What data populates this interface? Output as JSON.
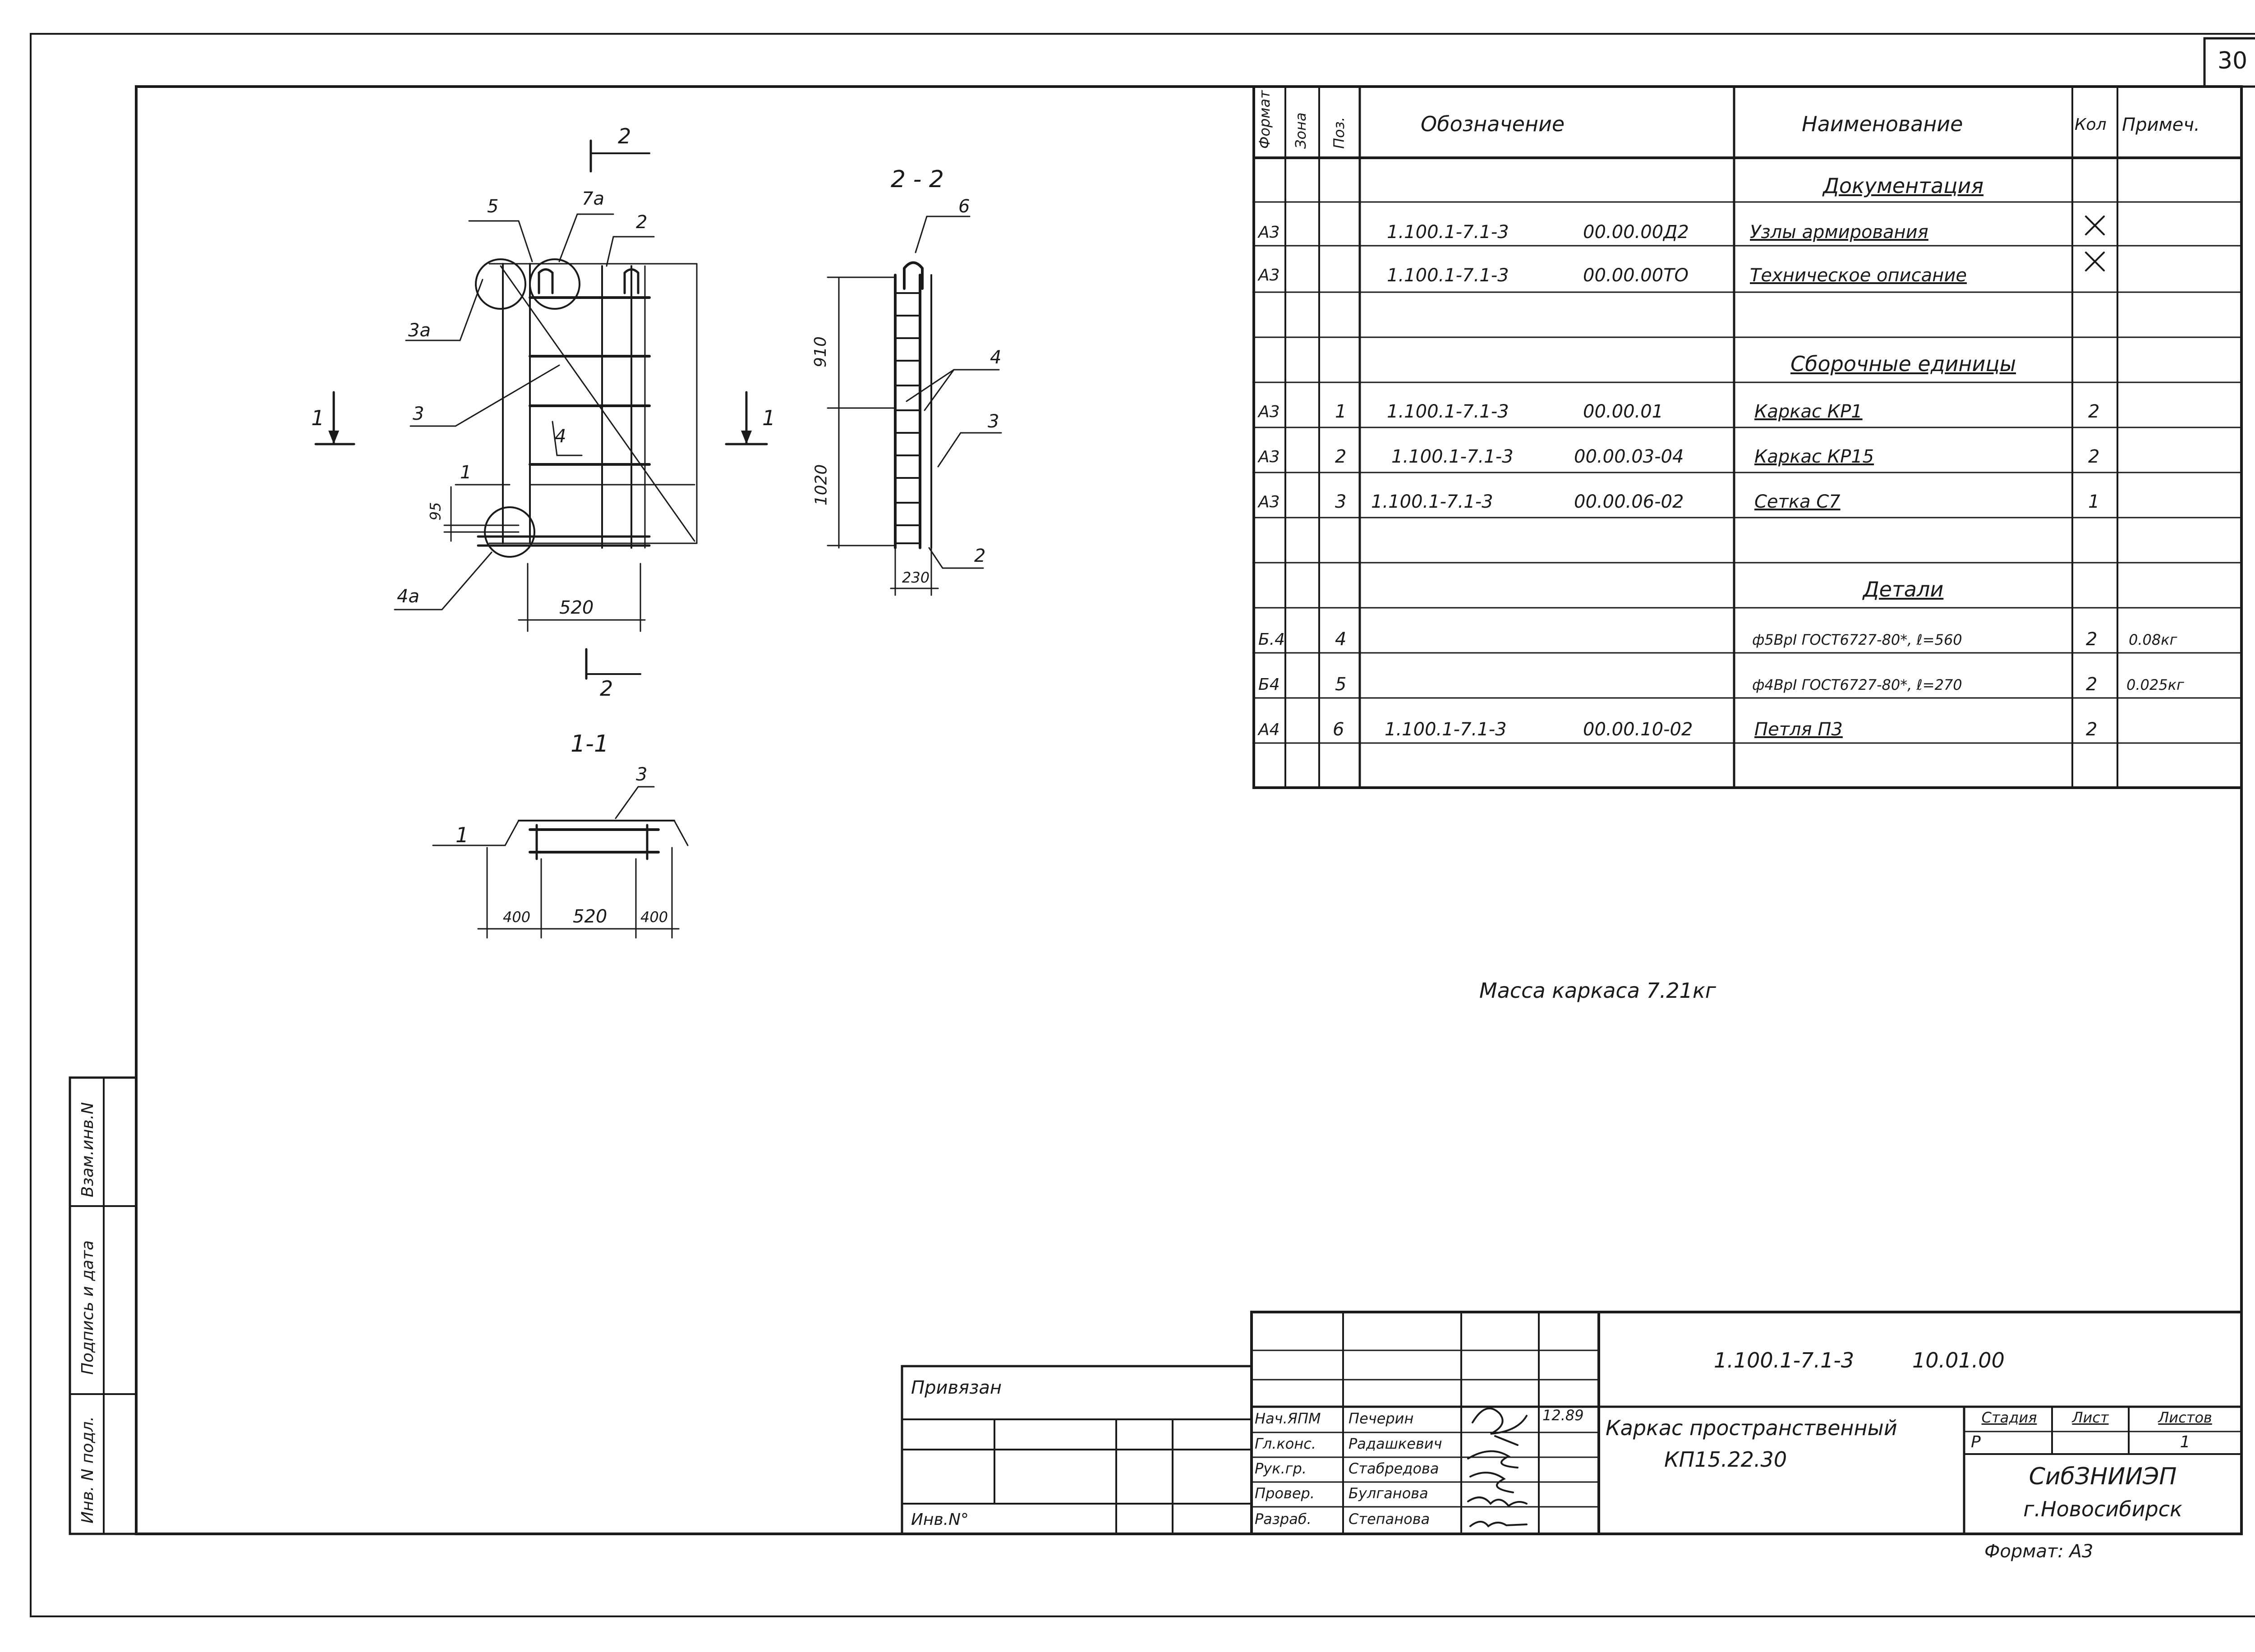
{
  "sheet_number": "30",
  "spec": {
    "headers": {
      "format": "Формат",
      "zone": "Зона",
      "pos": "Поз.",
      "designation": "Обозначение",
      "name": "Наименование",
      "qty": "Кол",
      "note": "Примеч."
    },
    "sections": {
      "documentation": "Документация",
      "assemblies": "Сборочные единицы",
      "details": "Детали"
    },
    "doc_rows": [
      {
        "format": "А3",
        "zone": "",
        "pos": "",
        "code": "1.100.1-7.1-3",
        "suffix": "00.00.00Д2",
        "name": "Узлы армирования",
        "qty": "×",
        "note": ""
      },
      {
        "format": "А3",
        "zone": "",
        "pos": "",
        "code": "1.100.1-7.1-3",
        "suffix": "00.00.00ТО",
        "name": "Техническое описание",
        "qty": "×",
        "note": ""
      }
    ],
    "assembly_rows": [
      {
        "format": "А3",
        "zone": "",
        "pos": "1",
        "code": "1.100.1-7.1-3",
        "suffix": "00.00.01",
        "name": "Каркас КР1",
        "qty": "2",
        "note": ""
      },
      {
        "format": "А3",
        "zone": "",
        "pos": "2",
        "code": "1.100.1-7.1-3",
        "suffix": "00.00.03-04",
        "name": "Каркас КР15",
        "qty": "2",
        "note": ""
      },
      {
        "format": "А3",
        "zone": "",
        "pos": "3",
        "code": "1.100.1-7.1-3",
        "suffix": "00.00.06-02",
        "name": "Сетка С7",
        "qty": "1",
        "note": ""
      }
    ],
    "detail_rows": [
      {
        "format": "Б.4",
        "zone": "",
        "pos": "4",
        "code": "",
        "suffix": "",
        "name": "ф5ВрI ГОСТ6727-80*, ℓ=560",
        "qty": "2",
        "note": "0.08кг"
      },
      {
        "format": "Б4",
        "zone": "",
        "pos": "5",
        "code": "",
        "suffix": "",
        "name": "ф4ВрI ГОСТ6727-80*, ℓ=270",
        "qty": "2",
        "note": "0.025кг"
      },
      {
        "format": "А4",
        "zone": "",
        "pos": "6",
        "code": "1.100.1-7.1-3",
        "suffix": "00.00.10-02",
        "name": "Петля П3",
        "qty": "2",
        "note": ""
      }
    ]
  },
  "mass_note": "Масса каркаса 7.21кг",
  "views": {
    "main": {
      "section_mark": "2",
      "section_mark_bottom": "2",
      "left_mark": "1",
      "right_mark": "1",
      "callouts": [
        "5",
        "7а",
        "2",
        "3а",
        "3",
        "4",
        "1",
        "95",
        "4а",
        "520"
      ]
    },
    "section_2_2": {
      "title": "2 - 2",
      "callouts": [
        "6",
        "4",
        "3",
        "2"
      ],
      "dims": [
        "910",
        "1020",
        "230"
      ]
    },
    "section_1_1": {
      "title": "1-1",
      "callouts": [
        "3",
        "1"
      ],
      "dims": [
        "400",
        "520",
        "400"
      ]
    }
  },
  "left_strip": {
    "labels": [
      "Взам.инв.N",
      "Подпись и дата",
      "Инв. N подл."
    ]
  },
  "binding_block": {
    "tied_label": "Привязан",
    "inv_label": "Инв.N°"
  },
  "title_block": {
    "doc_code": "1.100.1-7.1-3",
    "doc_suffix": "10.01.00",
    "roles": [
      {
        "role": "Нач.ЯПМ",
        "name": "Печерин",
        "date": "12.89"
      },
      {
        "role": "Гл.конс.",
        "name": "Радашкевич",
        "date": ""
      },
      {
        "role": "Рук.гр.",
        "name": "Стабредова",
        "date": ""
      },
      {
        "role": "Провер.",
        "name": "Булганова",
        "date": ""
      },
      {
        "role": "Разраб.",
        "name": "Степанова",
        "date": ""
      }
    ],
    "product_title": "Каркас пространственный",
    "product_code": "КП15.22.30",
    "stage_label": "Стадия",
    "sheet_label": "Лист",
    "sheets_label": "Листов",
    "stage_value": "Р",
    "sheet_value": "",
    "sheets_value": "1",
    "org_name": "СибЗНИИЭП",
    "org_city": "г.Новосибирск",
    "format_label": "Формат: А3"
  },
  "colors": {
    "ink": "#1a1a1a",
    "paper": "#ffffff"
  }
}
